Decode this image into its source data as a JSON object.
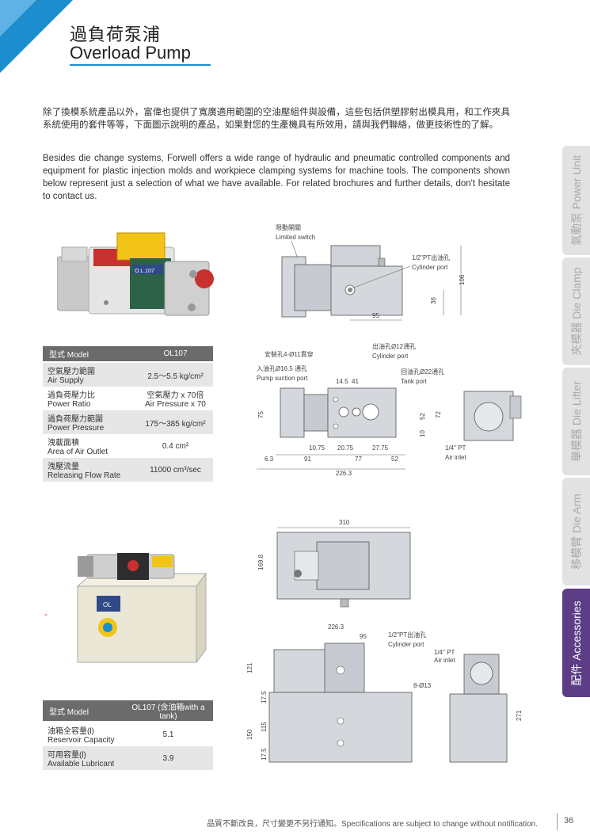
{
  "header": {
    "title_zh": "過負荷泵浦",
    "title_en": "Overload Pump"
  },
  "intro": {
    "zh": "除了換模系統產品以外，富偉也提供了寬廣適用範圍的空油壓組件與設備，這些包括供塑膠射出模具用，和工作夾具系統使用的套件等等，下面圖示說明的產品，如果對您的生產機具有所效用，請與我們聯絡，做更技術性的了解。",
    "en": "Besides die change systems, Forwell offers a wide range of hydraulic and pneumatic controlled components and equipment for plastic injection molds and workpiece clamping systems for machine tools. The components shown below represent just a selection of what we have available. For related brochures and further details, don't hesitate to contact us."
  },
  "side_tabs": [
    {
      "label": "氣動泵 Power Unit",
      "active": false
    },
    {
      "label": "夾模器 Die Clamp",
      "active": false
    },
    {
      "label": "舉模器 Die Lifter",
      "active": false
    },
    {
      "label": "移模臂 Die Arm",
      "active": false
    },
    {
      "label": "配件 Accessories",
      "active": true
    }
  ],
  "table1": {
    "head": [
      "型式 Model",
      "OL107"
    ],
    "rows": [
      {
        "zh": "空氣壓力範圍",
        "en": "Air Supply",
        "value": "2.5～5.5 kg/cm²"
      },
      {
        "zh": "過負荷壓力比",
        "en": "Power Ratio",
        "value": "空氣壓力 x 70倍",
        "value2": "Air Pressure x 70"
      },
      {
        "zh": "過負荷壓力範圍",
        "en": "Power Pressure",
        "value": "175～385 kg/cm²"
      },
      {
        "zh": "洩載面積",
        "en": "Area of Air Outlet",
        "value": "0.4 cm²"
      },
      {
        "zh": "洩壓流量",
        "en": "Releasing Flow Rate",
        "value": "11000 cm³/sec"
      }
    ]
  },
  "table2": {
    "head": [
      "型式 Model",
      "OL107 (含油箱with a tank)"
    ],
    "rows": [
      {
        "zh": "油箱全容量(l)",
        "en": "Reservoir Capacity",
        "value": "5.1"
      },
      {
        "zh": "可用容量(l)",
        "en": "Available Lubricant",
        "value": "3.9"
      }
    ]
  },
  "drawing1": {
    "limit_switch_zh": "限動開關",
    "limit_switch_en": "Limited switch",
    "cyl_port": "1/2\"PT出油孔",
    "cyl_port_en": "Cylinder port",
    "d106": "106",
    "d36": "36",
    "d95": "95"
  },
  "drawing2": {
    "mount_hole": "安裝孔4-Ø11貫穿",
    "out_port": "出油孔Ø12通孔",
    "out_port_en": "Cylinder port",
    "in_port": "入油孔Ø16.5 通孔",
    "in_port_en": "Pump suction port",
    "tank_port": "回油孔Ø22通孔",
    "tank_port_en": "Tank port",
    "d145": "14.5",
    "d41": "41",
    "d75": "75",
    "d52v": "52",
    "d10": "10",
    "d72": "72",
    "d1075": "10.75",
    "d2075": "20.75",
    "d2775": "27.75",
    "d63": "6.3",
    "d91": "91",
    "d77": "77",
    "d52": "52",
    "d2263": "226.3",
    "air_inlet": "1/4\" PT",
    "air_inlet_en": "Air inlet"
  },
  "drawing3": {
    "d310": "310",
    "d1698": "169.8",
    "d2263": "226.3",
    "d95": "95",
    "cyl_port": "1/2\"PT出油孔",
    "cyl_port_en": "Cylinder port",
    "air_inlet": "1/4\" PT",
    "air_inlet_en": "Air inlet",
    "d121": "121",
    "d175a": "17.5",
    "d115": "115",
    "d175b": "17.5",
    "d150": "150",
    "d8o13": "8-Ø13",
    "d271": "271"
  },
  "photo1": {
    "badge": "O.L.107"
  },
  "photo2": {
    "badge": "OL"
  },
  "marker": "-",
  "footer": {
    "note": "品質不斷改良，尺寸變更不另行通知。Specifications are subject to change without notification.",
    "page": "36"
  },
  "colors": {
    "accent_blue": "#1c8dce",
    "tab_active": "#5c3d86",
    "tab_inactive": "#e2e2e2",
    "table_head": "#6b6b6b",
    "drawing_fill": "#d4d7dc"
  }
}
